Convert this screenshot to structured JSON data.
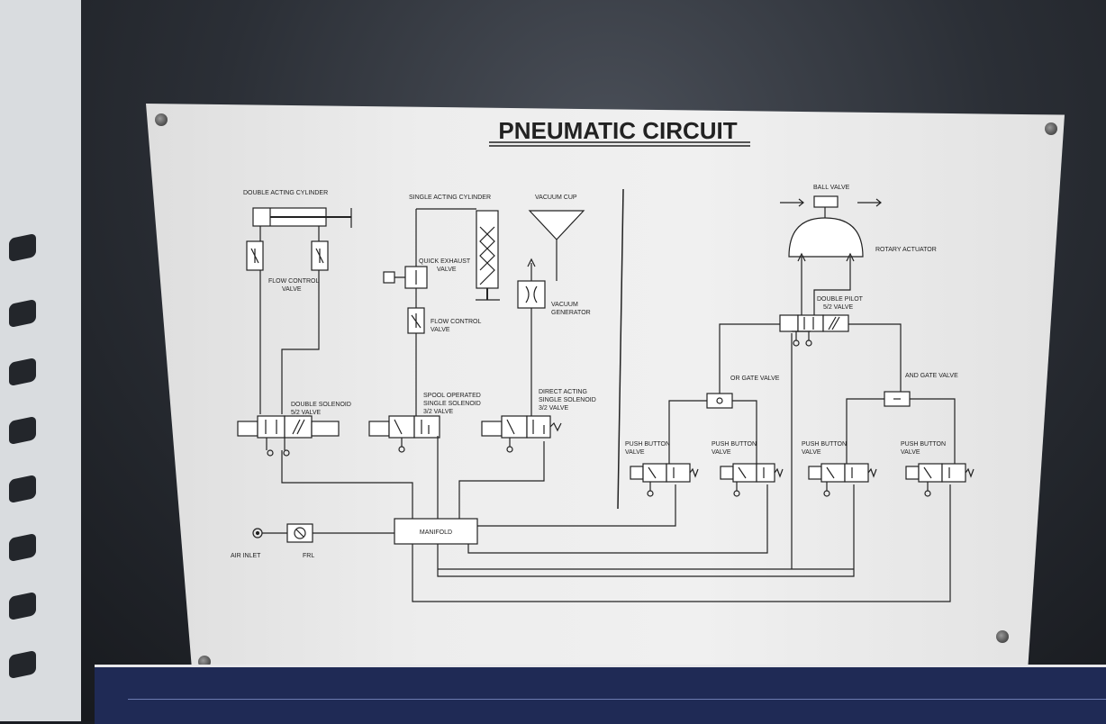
{
  "title": "PNEUMATIC CIRCUIT",
  "labels": {
    "double_acting_cylinder": "DOUBLE ACTING CYLINDER",
    "flow_control_valve_1a": "FLOW CONTROL",
    "flow_control_valve_1b": "VALVE",
    "single_acting_cylinder": "SINGLE ACTING CYLINDER",
    "quick_exhaust_a": "QUICK EXHAUST",
    "quick_exhaust_b": "VALVE",
    "flow_control_valve_2a": "FLOW CONTROL",
    "flow_control_valve_2b": "VALVE",
    "vacuum_cup": "VACUUM CUP",
    "vacuum_generator_a": "VACUUM",
    "vacuum_generator_b": "GENERATOR",
    "double_solenoid_a": "DOUBLE SOLENOID",
    "double_solenoid_b": "5/2 VALVE",
    "spool_operated_a": "SPOOL OPERATED",
    "spool_operated_b": "SINGLE SOLENOID",
    "spool_operated_c": "3/2 VALVE",
    "direct_acting_a": "DIRECT ACTING",
    "direct_acting_b": "SINGLE SOLENOID",
    "direct_acting_c": "3/2 VALVE",
    "ball_valve": "BALL VALVE",
    "rotary_actuator": "ROTARY ACTUATOR",
    "double_pilot_a": "DOUBLE PILOT",
    "double_pilot_b": "5/2 VALVE",
    "or_gate_valve": "OR GATE VALVE",
    "and_gate_valve": "AND GATE VALVE",
    "push_button_1a": "PUSH BUTTON",
    "push_button_1b": "VALVE",
    "push_button_2a": "PUSH BUTTON",
    "push_button_2b": "VALVE",
    "push_button_3a": "PUSH BUTTON",
    "push_button_3b": "VALVE",
    "push_button_4a": "PUSH BUTTON",
    "push_button_4b": "VALVE",
    "manifold": "MANIFOLD",
    "air_inlet": "AIR INLET",
    "frl": "FRL"
  },
  "colors": {
    "plate": "#ececec",
    "ink": "#222222",
    "cabinet": "#2b2f36",
    "bottom_panel": "#1f2a55"
  }
}
